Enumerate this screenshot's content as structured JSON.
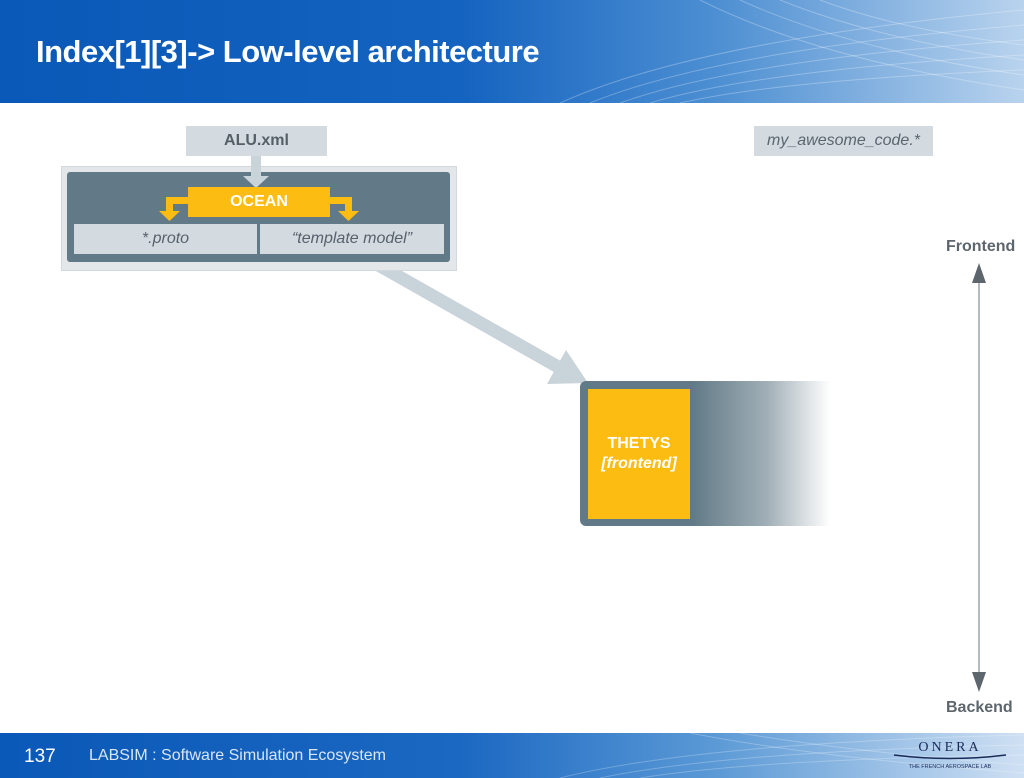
{
  "slide": {
    "title": "Index[1][3]-> Low-level architecture",
    "page_number": "137",
    "footer_text": "LABSIM : Software Simulation Ecosystem"
  },
  "logo": {
    "name": "ONERA",
    "tagline": "THE FRENCH AEROSPACE LAB"
  },
  "diagram": {
    "input_file": "ALU.xml",
    "generated_file": "my_awesome_code.*",
    "ocean": {
      "label": "OCEAN",
      "outputs": [
        "*.proto",
        "“template model”"
      ]
    },
    "thetys": {
      "label": "THETYS",
      "sublabel": "[frontend]"
    },
    "axis": {
      "top": "Frontend",
      "bottom": "Backend"
    }
  },
  "colors": {
    "title_bar": "#0a58b7",
    "panel": "#627a87",
    "accent": "#fdbc12",
    "label_box": "#d3dbe1",
    "arrow": "#c9d3da"
  }
}
